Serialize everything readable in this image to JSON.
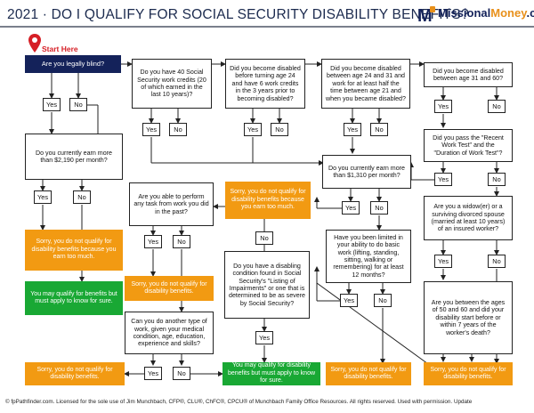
{
  "header": {
    "title": "2021 · DO I QUALIFY FOR SOCIAL SECURITY DISABILITY BENEFITS?",
    "logo_prefix": "M",
    "logo_main": "Missional",
    "logo_accent": "Money",
    "logo_suffix": ".com"
  },
  "start_label": "Start Here",
  "questions": {
    "q_blind": "Are you legally blind?",
    "q_earn_2190": "Do you currently earn more than $2,190 per month?",
    "q_40_credits": "Do you have 40 Social Security work credits (20 of which earned in the last 10 years)?",
    "q_before_24": "Did you become disabled before turning age 24 and have 6 work credits in the 3 years prior to becoming disabled?",
    "q_24_31": "Did you become disabled between age 24 and 31 and work for at least half the time between age 21 and when you became disabled?",
    "q_31_60": "Did you become disabled between age 31 and 60?",
    "q_recent_work": "Did you pass the \"Recent Work Test\" and the \"Duration of Work Test\"?",
    "q_earn_1310": "Do you currently earn more than $1,310 per month?",
    "q_widow": "Are you a widow(er) or a surviving divorced spouse (married at least 10 years) of an insured worker?",
    "q_limited_12": "Have you been limited in your ability to do basic work (lifting, standing, sitting, walking or remembering) for at least 12 months?",
    "q_age_50_60": "Are you between the ages of 50 and 60 and did your disability start before or within 7 years of the worker's death?",
    "q_past_task": "Are you able to perform any task from work you did in the past?",
    "q_listing": "Do you have a disabling condition found in Social Security's \"Listing of Impairments\" or one that is determined to be as severe by Social Security?",
    "q_other_work": "Can you do another type of work, given your medical condition, age, education, experience and skills?"
  },
  "outcomes": {
    "no_qualify_earn_left": "Sorry, you do not qualify for disability benefits because you earn too much.",
    "may_qualify_left": "You may qualify for benefits but must apply to know for sure.",
    "no_qualify_earn_mid": "Sorry, you do not qualify for disability benefits because you earn too much.",
    "no_qualify_mid": "Sorry, you do not qualify for disability benefits.",
    "no_qualify_bottom_left": "Sorry, you do not qualify for disability benefits.",
    "may_qualify_bottom": "You may qualify for disability benefits but must apply to know for sure.",
    "no_qualify_bottom_mid": "Sorry, you do not qualify for disability benefits.",
    "no_qualify_bottom_right": "Sorry, you do not qualify for disability benefits."
  },
  "answers": {
    "yes": "Yes",
    "no": "No"
  },
  "footer": "© fpPathfinder.com. Licensed for the sole use of Jim Munchbach, CFP®, CLU®, ChFC®, CPCU® of Munchbach Family Office Resources. All rights reserved. Used with permission. Update",
  "colors": {
    "navy": "#14225a",
    "orange": "#f29a12",
    "green": "#19a834",
    "pin": "#d61f26"
  }
}
